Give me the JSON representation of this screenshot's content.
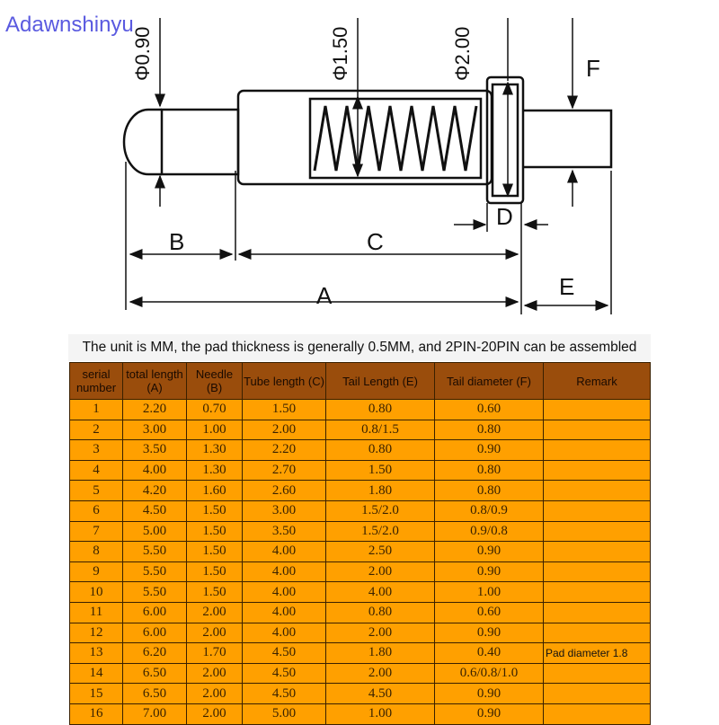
{
  "watermark": "Adawnshinyu",
  "diagram": {
    "phi_tip": "Φ0.90",
    "phi_tube": "Φ1.50",
    "phi_head": "Φ2.00",
    "label_f": "F",
    "label_b": "B",
    "label_c": "C",
    "label_d": "D",
    "label_a": "A",
    "label_e": "E"
  },
  "caption": "The unit is MM, the pad thickness is generally 0.5MM, and 2PIN-20PIN can be assembled",
  "table": {
    "headers": [
      "serial number",
      "total length (A)",
      "Needle (B)",
      "Tube length (C)",
      "Tail Length (E)",
      "Tail diameter (F)",
      "Remark"
    ],
    "rows": [
      [
        "1",
        "2.20",
        "0.70",
        "1.50",
        "0.80",
        "0.60",
        ""
      ],
      [
        "2",
        "3.00",
        "1.00",
        "2.00",
        "0.8/1.5",
        "0.80",
        ""
      ],
      [
        "3",
        "3.50",
        "1.30",
        "2.20",
        "0.80",
        "0.90",
        ""
      ],
      [
        "4",
        "4.00",
        "1.30",
        "2.70",
        "1.50",
        "0.80",
        ""
      ],
      [
        "5",
        "4.20",
        "1.60",
        "2.60",
        "1.80",
        "0.80",
        ""
      ],
      [
        "6",
        "4.50",
        "1.50",
        "3.00",
        "1.5/2.0",
        "0.8/0.9",
        ""
      ],
      [
        "7",
        "5.00",
        "1.50",
        "3.50",
        "1.5/2.0",
        "0.9/0.8",
        ""
      ],
      [
        "8",
        "5.50",
        "1.50",
        "4.00",
        "2.50",
        "0.90",
        ""
      ],
      [
        "9",
        "5.50",
        "1.50",
        "4.00",
        "2.00",
        "0.90",
        ""
      ],
      [
        "10",
        "5.50",
        "1.50",
        "4.00",
        "4.00",
        "1.00",
        ""
      ],
      [
        "11",
        "6.00",
        "2.00",
        "4.00",
        "0.80",
        "0.60",
        ""
      ],
      [
        "12",
        "6.00",
        "2.00",
        "4.00",
        "2.00",
        "0.90",
        ""
      ],
      [
        "13",
        "6.20",
        "1.70",
        "4.50",
        "1.80",
        "0.40",
        "Pad diameter 1.8"
      ],
      [
        "14",
        "6.50",
        "2.00",
        "4.50",
        "2.00",
        "0.6/0.8/1.0",
        ""
      ],
      [
        "15",
        "6.50",
        "2.00",
        "4.50",
        "4.50",
        "0.90",
        ""
      ],
      [
        "16",
        "7.00",
        "2.00",
        "5.00",
        "1.00",
        "0.90",
        ""
      ]
    ]
  }
}
